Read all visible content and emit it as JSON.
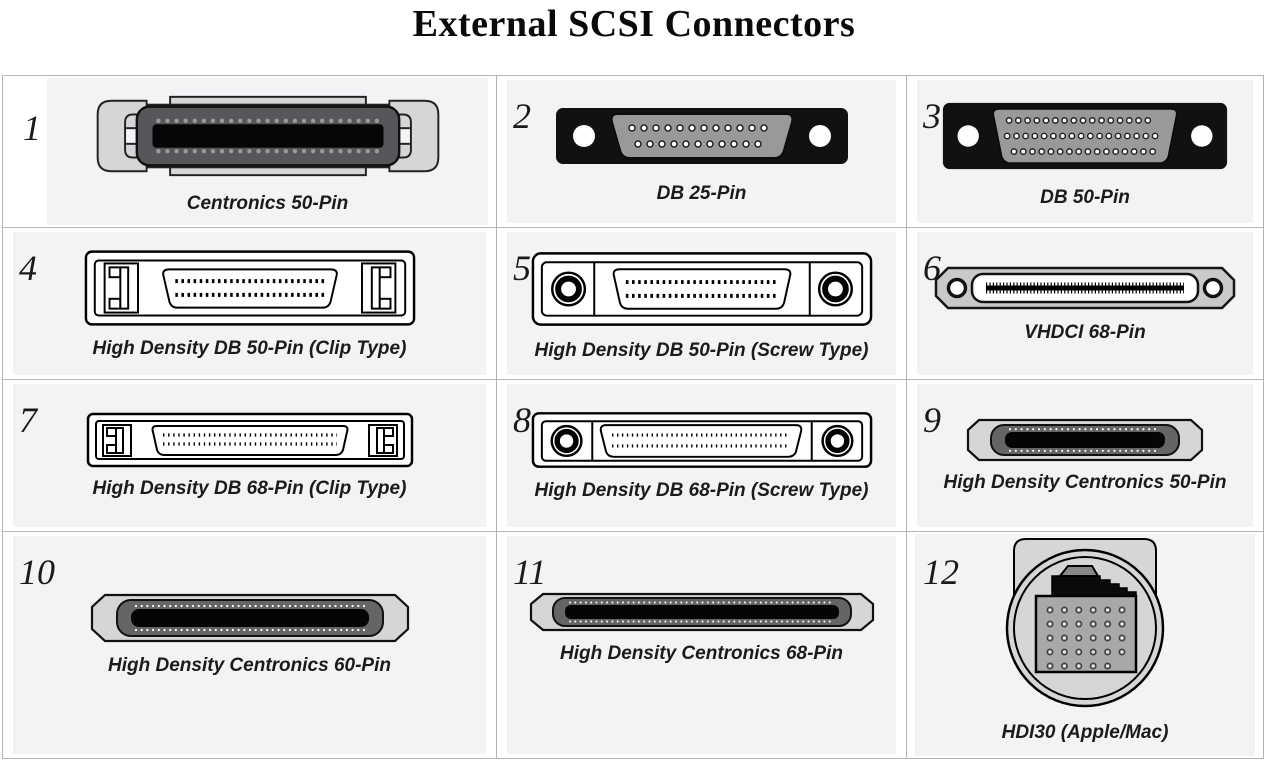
{
  "title": "External SCSI Connectors",
  "colors": {
    "line": "#b4b2b4",
    "panel": "#f4f2f5",
    "shell": "#d8d5d8",
    "dark": "#58565a",
    "dark2": "#666466",
    "dbgray": "#9b989b",
    "black-body": "#111111",
    "hdi-block": "#aaa7ab"
  },
  "grid": {
    "cells": [
      {
        "number": "1",
        "label": "Centronics 50-Pin",
        "illustration": "centronics-50-connector"
      },
      {
        "number": "2",
        "label": "DB 25-Pin",
        "illustration": "db-25-connector"
      },
      {
        "number": "3",
        "label": "DB 50-Pin",
        "illustration": "db-50-connector"
      },
      {
        "number": "4",
        "label": "High Density DB 50-Pin (Clip Type)",
        "illustration": "hd-db-50-clip-connector"
      },
      {
        "number": "5",
        "label": "High Density DB 50-Pin (Screw Type)",
        "illustration": "hd-db-50-screw-connector"
      },
      {
        "number": "6",
        "label": "VHDCI 68-Pin",
        "illustration": "vhdci-68-connector"
      },
      {
        "number": "7",
        "label": "High Density DB 68-Pin (Clip Type)",
        "illustration": "hd-db-68-clip-connector"
      },
      {
        "number": "8",
        "label": "High Density DB 68-Pin (Screw Type)",
        "illustration": "hd-db-68-screw-connector"
      },
      {
        "number": "9",
        "label": "High Density Centronics 50-Pin",
        "illustration": "hd-centronics-50-connector"
      },
      {
        "number": "10",
        "label": "High Density Centronics 60-Pin",
        "illustration": "hd-centronics-60-connector"
      },
      {
        "number": "11",
        "label": "High Density Centronics 68-Pin",
        "illustration": "hd-centronics-68-connector"
      },
      {
        "number": "12",
        "label": "HDI30 (Apple/Mac)",
        "illustration": "hdi30-apple-mac-connector"
      }
    ]
  }
}
